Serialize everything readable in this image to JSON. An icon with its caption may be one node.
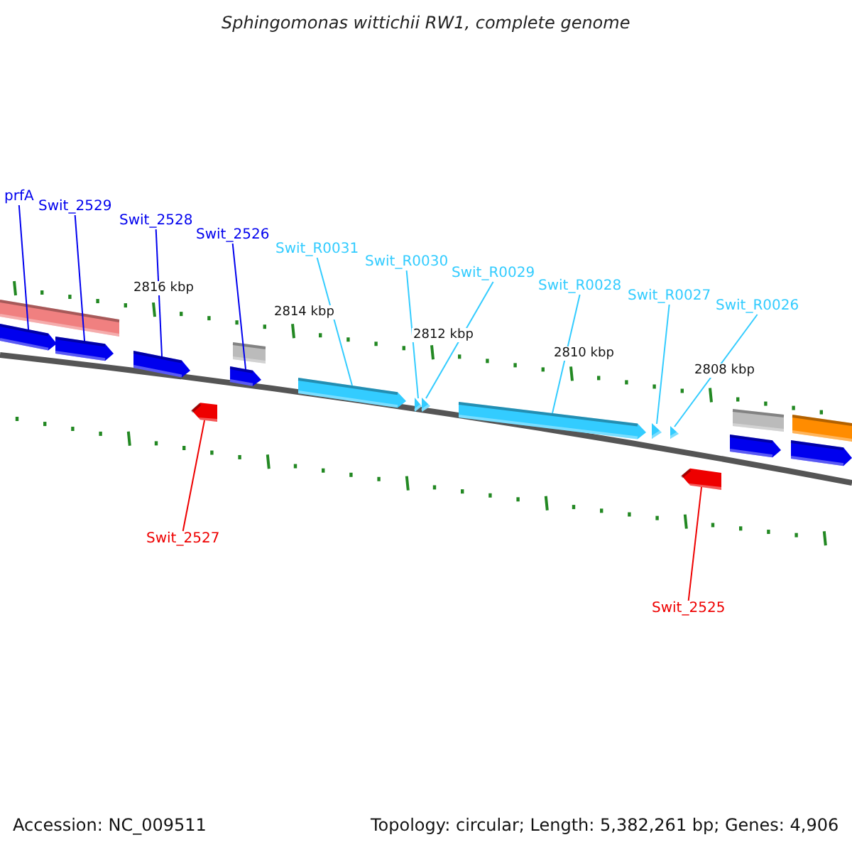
{
  "diagram": {
    "title": "Sphingomonas wittichii RW1, complete genome",
    "nodes": [
      {
        "text": [
          "prfA"
        ]
      },
      {
        "text": [
          "Swit_2529"
        ]
      },
      {
        "text": [
          "Swit_2528"
        ]
      },
      {
        "text": [
          "Swit_2526"
        ]
      },
      {
        "text": [
          "Swit_R0031"
        ]
      },
      {
        "text": [
          "Swit_R0030"
        ]
      },
      {
        "text": [
          "Swit_R0029"
        ]
      },
      {
        "text": [
          "Swit_R0028"
        ]
      },
      {
        "text": [
          "Swit_R0027"
        ]
      },
      {
        "text": [
          "Swit_R0026"
        ]
      },
      {
        "text": [
          "Swit_2527"
        ]
      },
      {
        "text": [
          "Swit_2525"
        ]
      },
      {
        "text": [],
        "shape": "bar"
      },
      {
        "text": [],
        "shape": "arrow"
      },
      {
        "text": [],
        "shape": "arrow"
      },
      {
        "text": [],
        "shape": "arrow"
      },
      {
        "text": [],
        "shape": "bar"
      },
      {
        "text": [],
        "shape": "arrow"
      },
      {
        "text": [],
        "shape": "arrow"
      },
      {
        "text": [],
        "shape": "arrow"
      },
      {
        "text": [],
        "shape": "arrow"
      },
      {
        "text": [],
        "shape": "arrow"
      },
      {
        "text": [],
        "shape": "arrow"
      },
      {
        "text": [],
        "shape": "arrow"
      },
      {
        "text": [],
        "shape": "arrow"
      },
      {
        "text": [],
        "shape": "bar"
      },
      {
        "text": [],
        "shape": "bar"
      },
      {
        "text": [],
        "shape": "arrow"
      },
      {
        "text": [],
        "shape": "arrow"
      },
      {
        "text": [],
        "shape": "arrow"
      }
    ],
    "edges": [
      {
        "from": 0,
        "to": 13,
        "arrow": "none",
        "color": "#0000ee"
      },
      {
        "from": 1,
        "to": 14,
        "arrow": "none",
        "color": "#0000ee"
      },
      {
        "from": 2,
        "to": 15,
        "arrow": "none",
        "color": "#0000ee"
      },
      {
        "from": 3,
        "to": 17,
        "arrow": "none",
        "color": "#0000ee"
      },
      {
        "from": 4,
        "to": 19,
        "arrow": "none"
      },
      {
        "from": 5,
        "to": 20,
        "arrow": "none"
      },
      {
        "from": 6,
        "to": 21,
        "arrow": "none"
      },
      {
        "from": 7,
        "to": 22,
        "arrow": "none"
      },
      {
        "from": 8,
        "to": 23,
        "arrow": "none"
      },
      {
        "from": 9,
        "to": 24,
        "arrow": "none"
      },
      {
        "from": 10,
        "to": 18,
        "arrow": "none",
        "color": "#ee0000"
      },
      {
        "from": 11,
        "to": 29,
        "arrow": "none",
        "color": "#ee0000"
      }
    ],
    "labels": [
      "2816 kbp",
      "2814 kbp",
      "2812 kbp",
      "2810 kbp",
      "2808 kbp",
      "Accession: NC_009511",
      "Topology: circular; Length: 5,382,261 bp; Genes: 4,906"
    ]
  }
}
